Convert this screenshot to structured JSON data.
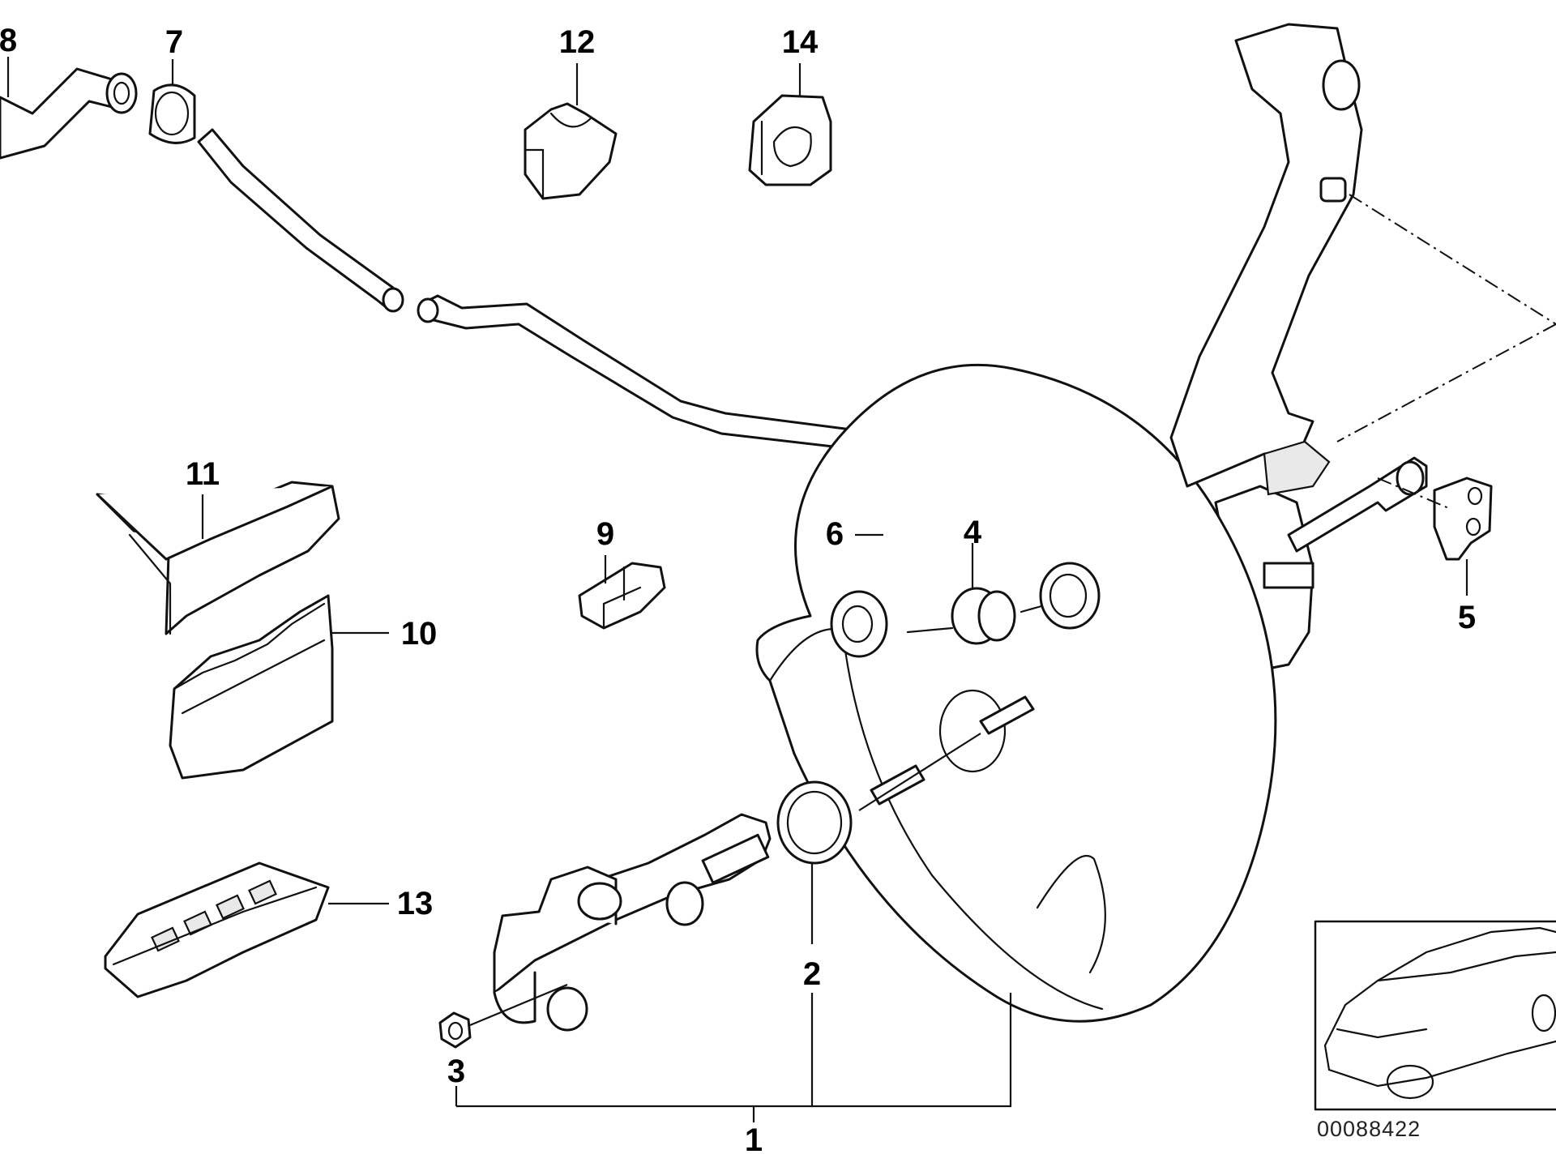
{
  "labels": {
    "p1": "1",
    "p2": "2",
    "p3": "3",
    "p4": "4",
    "p5": "5",
    "p6": "6",
    "p7": "7",
    "p8": "8",
    "p9": "9",
    "p10": "10",
    "p11": "11",
    "p12": "12",
    "p13": "13",
    "p14": "14"
  },
  "diagram_code": "00088422",
  "colors": {
    "line": "#111111",
    "background": "#ffffff"
  }
}
